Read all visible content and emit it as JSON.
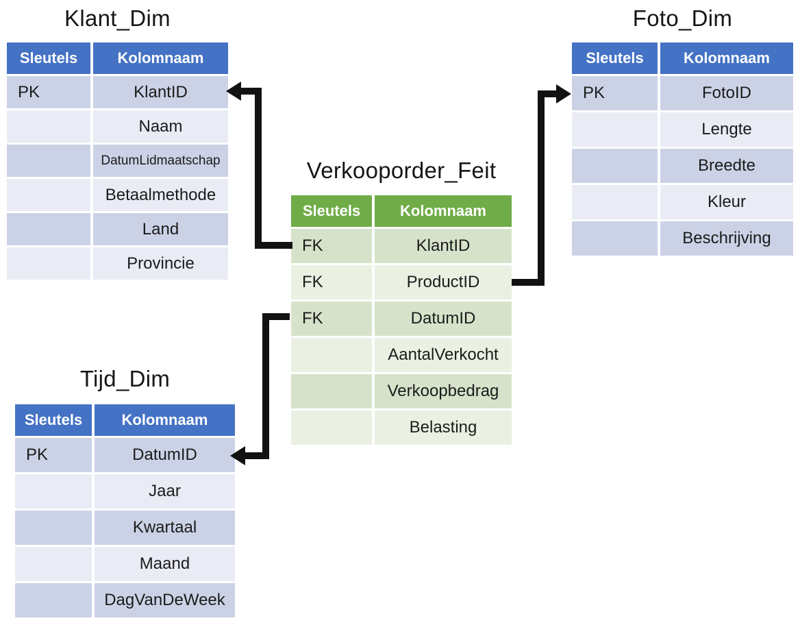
{
  "colors": {
    "blue_header": "#4472C4",
    "blue_row_dark": "#CCD2E6",
    "blue_row_light": "#E9EBF5",
    "green_header": "#70AC48",
    "green_row_dark": "#D6E3CA",
    "green_row_light": "#EAF1E3",
    "arrow": "#121212",
    "header_text": "#FFFFFF",
    "cell_text": "#1B1B1B"
  },
  "tables": {
    "klant": {
      "title": "Klant_Dim",
      "headers": {
        "keys": "Sleutels",
        "column": "Kolomnaam"
      },
      "rows": [
        {
          "key": "PK",
          "name": "KlantID"
        },
        {
          "key": "",
          "name": "Naam"
        },
        {
          "key": "",
          "name": "DatumLidmaatschap"
        },
        {
          "key": "",
          "name": "Betaalmethode"
        },
        {
          "key": "",
          "name": "Land"
        },
        {
          "key": "",
          "name": "Provincie"
        }
      ]
    },
    "foto": {
      "title": "Foto_Dim",
      "headers": {
        "keys": "Sleutels",
        "column": "Kolomnaam"
      },
      "rows": [
        {
          "key": "PK",
          "name": "FotoID"
        },
        {
          "key": "",
          "name": "Lengte"
        },
        {
          "key": "",
          "name": "Breedte"
        },
        {
          "key": "",
          "name": "Kleur"
        },
        {
          "key": "",
          "name": "Beschrijving"
        }
      ]
    },
    "fact": {
      "title": "Verkooporder_Feit",
      "headers": {
        "keys": "Sleutels",
        "column": "Kolomnaam"
      },
      "rows": [
        {
          "key": "FK",
          "name": "KlantID"
        },
        {
          "key": "FK",
          "name": "ProductID"
        },
        {
          "key": "FK",
          "name": "DatumID"
        },
        {
          "key": "",
          "name": "AantalVerkocht"
        },
        {
          "key": "",
          "name": "Verkoopbedrag"
        },
        {
          "key": "",
          "name": "Belasting"
        }
      ]
    },
    "tijd": {
      "title": "Tijd_Dim",
      "headers": {
        "keys": "Sleutels",
        "column": "Kolomnaam"
      },
      "rows": [
        {
          "key": "PK",
          "name": "DatumID"
        },
        {
          "key": "",
          "name": "Jaar"
        },
        {
          "key": "",
          "name": "Kwartaal"
        },
        {
          "key": "",
          "name": "Maand"
        },
        {
          "key": "",
          "name": "DagVanDeWeek"
        }
      ]
    }
  },
  "relationships": [
    {
      "from": "Verkooporder_Feit.KlantID",
      "to": "Klant_Dim.KlantID"
    },
    {
      "from": "Verkooporder_Feit.ProductID",
      "to": "Foto_Dim.FotoID"
    },
    {
      "from": "Verkooporder_Feit.DatumID",
      "to": "Tijd_Dim.DatumID"
    }
  ]
}
